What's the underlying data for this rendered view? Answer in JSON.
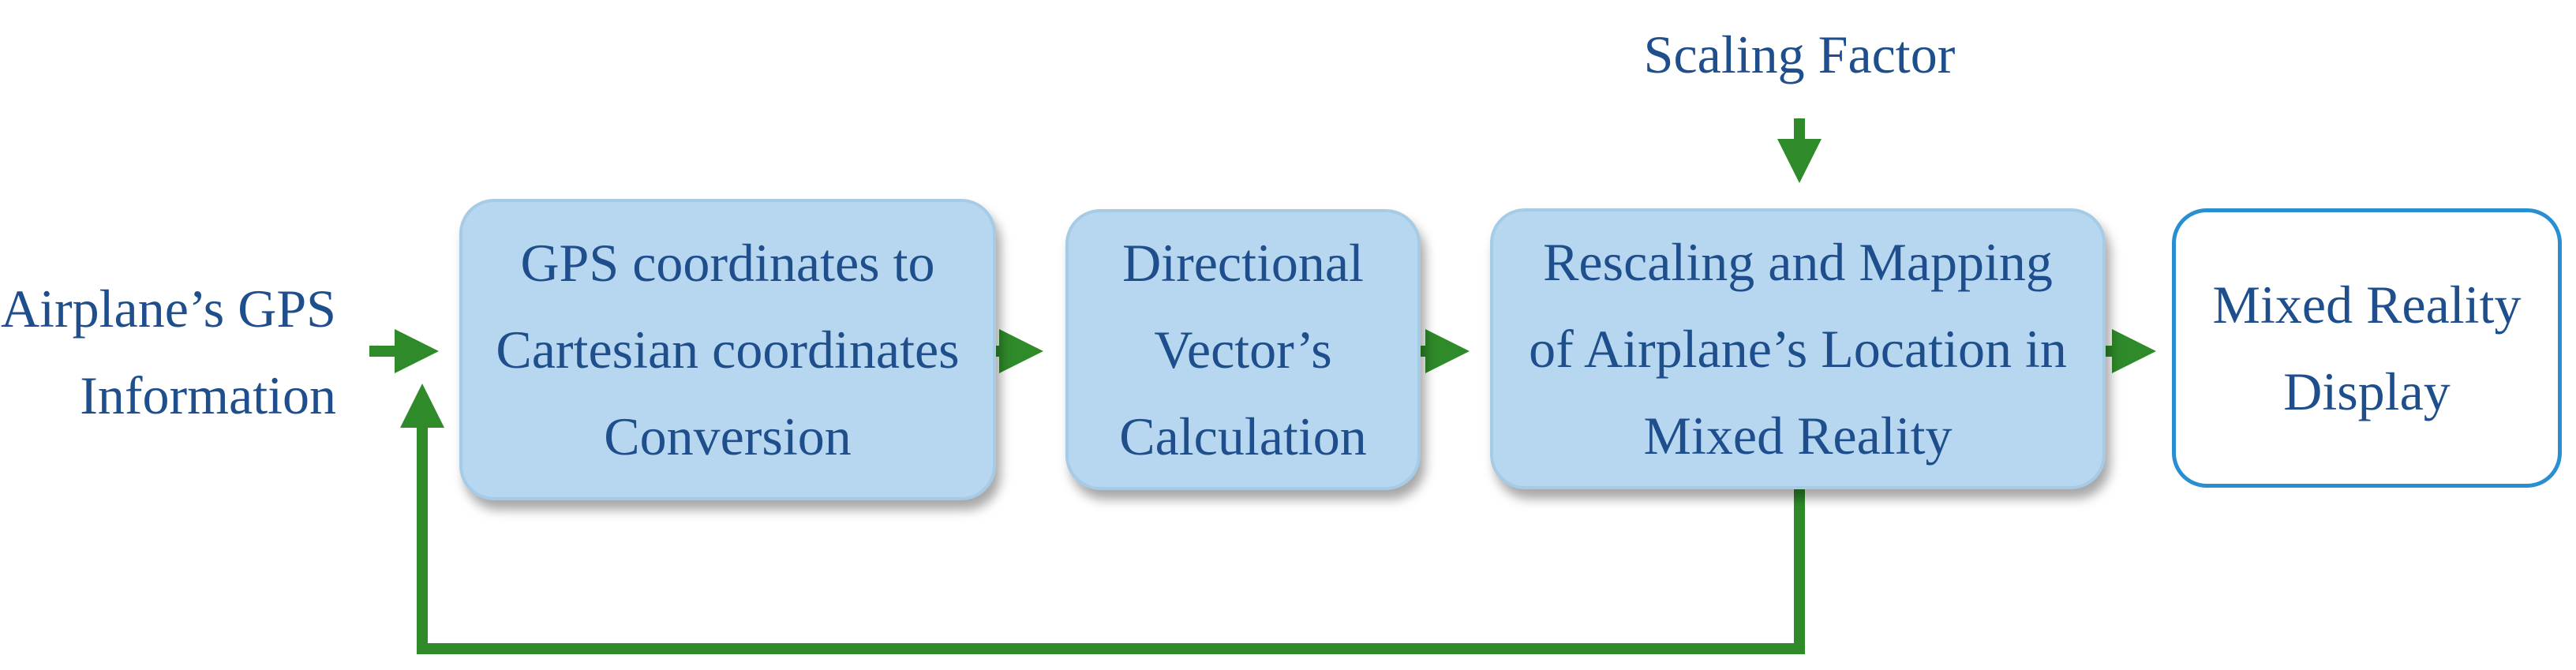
{
  "input": {
    "lines": [
      "Airplane’s GPS",
      "Information"
    ]
  },
  "scaling_factor": {
    "label": "Scaling Factor"
  },
  "blocks": [
    {
      "lines": [
        "GPS coordinates to",
        "Cartesian coordinates",
        "Conversion"
      ]
    },
    {
      "lines": [
        "Directional",
        "Vector’s",
        "Calculation"
      ]
    },
    {
      "lines": [
        "Rescaling and Mapping",
        "of Airplane’s Location in",
        "Mixed Reality"
      ]
    }
  ],
  "output": {
    "lines": [
      "Mixed Reality",
      "Display"
    ]
  },
  "colors": {
    "text": "#1f4e8c",
    "block_fill": "#b6d7ef",
    "block_border": "#a6cbe6",
    "output_border": "#2a8fd0",
    "arrow": "#2f8a2a"
  }
}
